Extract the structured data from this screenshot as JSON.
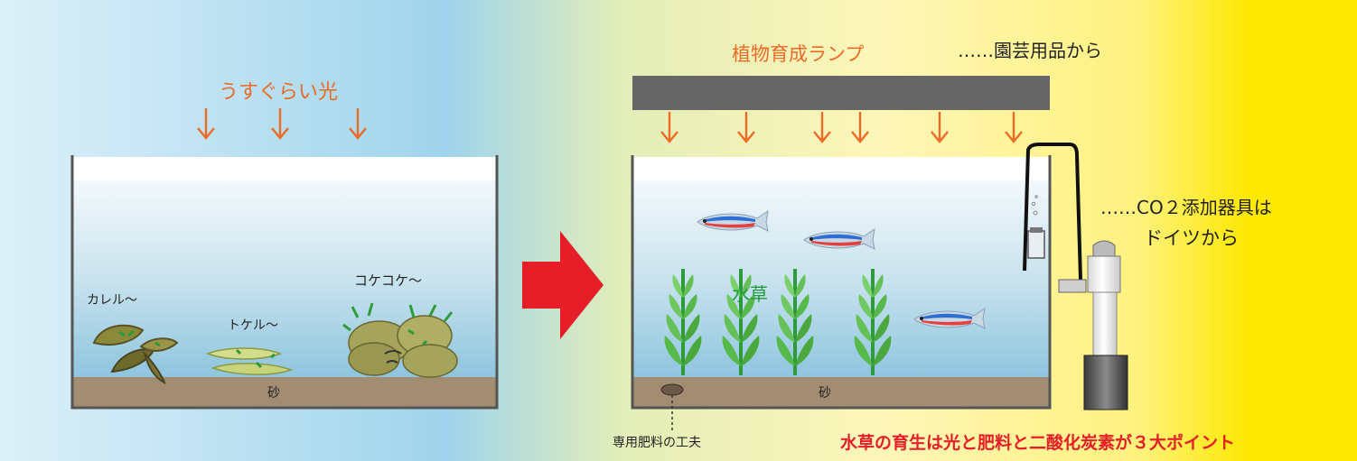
{
  "left_panel": {
    "light_label": "うすぐらい光",
    "plant_labels": [
      "カレル〜",
      "トケル〜",
      "コケコケ〜"
    ],
    "sand_label": "砂"
  },
  "right_panel": {
    "lamp_label": "植物育成ランプ",
    "lamp_source": "……園芸用品から",
    "co2_line1": "……CO２添加器具は",
    "co2_line2": "ドイツから",
    "plant_label": "水草",
    "sand_label": "砂",
    "fertilizer_label": "専用肥料の工夫",
    "summary": "水草の育生は光と肥料と二酸化炭素が３大ポイント"
  },
  "colors": {
    "orange": "#ee6a26",
    "red_arrow": "#e61e28",
    "plant_green": "#1f9a3c",
    "sand": "#a38d72",
    "lamp": "#666666",
    "background_left": "#9fd4ec",
    "background_right": "#fde800"
  }
}
